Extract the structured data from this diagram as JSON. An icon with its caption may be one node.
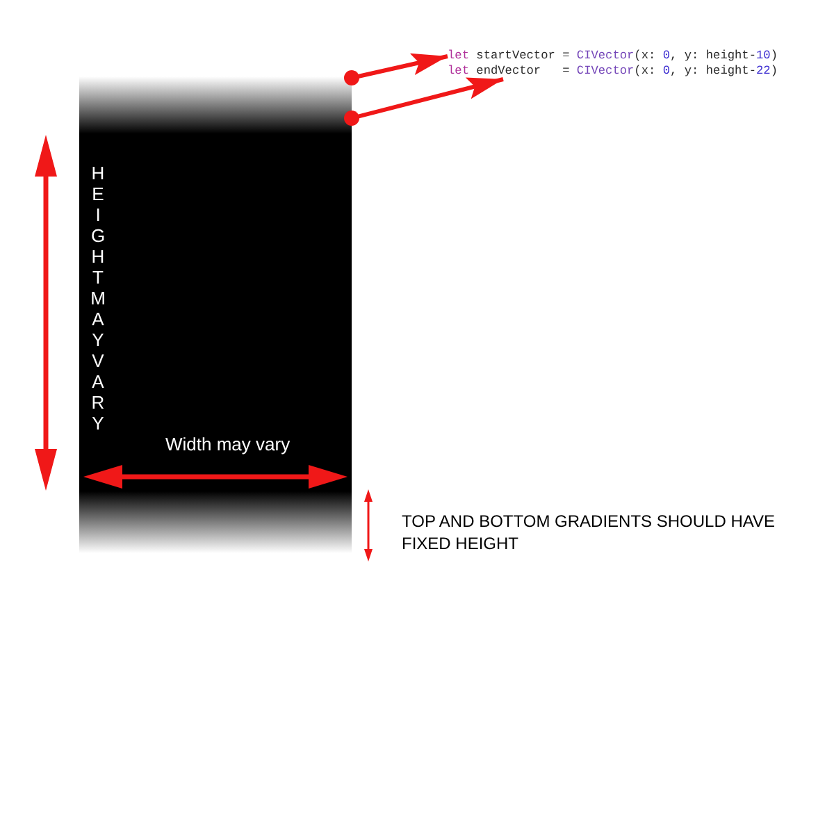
{
  "diagram": {
    "nodes": [
      {
        "text": [
          "HEIGHT MAY VARY",
          "Width may vary"
        ]
      },
      {
        "text": [
          "let startVector = CIVector(x: 0, y: height-10)"
        ]
      },
      {
        "text": [
          "let endVector   = CIVector(x: 0, y: height-22)"
        ]
      }
    ],
    "edges": [
      {
        "from": 0,
        "to": 1,
        "arrow": "to"
      },
      {
        "from": 0,
        "to": 2,
        "arrow": "to"
      }
    ],
    "labels": [
      "TOP AND BOTTOM GRADIENTS SHOULD HAVE FIXED HEIGHT"
    ]
  }
}
